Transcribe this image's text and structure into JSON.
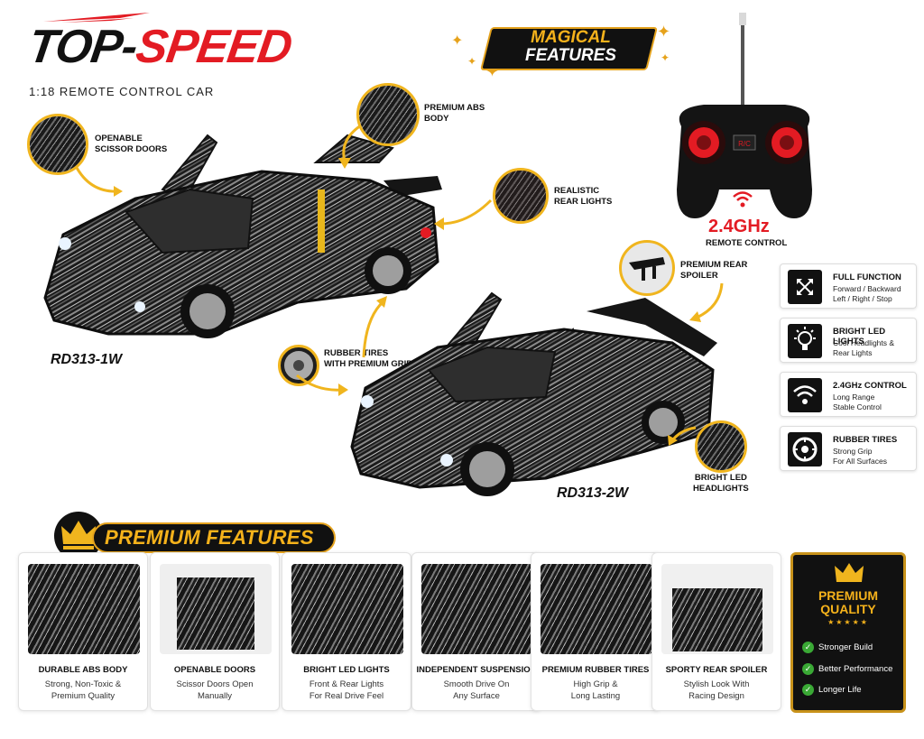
{
  "header": {
    "title_part1": "TOP-",
    "title_part2": "SPEED",
    "subtitle": "1:18 REMOTE CONTROL CAR"
  },
  "magical": {
    "line1": "MAGICAL",
    "line2": "FEATURES"
  },
  "models": {
    "car1": "RD313-1W",
    "car2": "RD313-2W"
  },
  "callouts": {
    "scissor_doors": "OPENABLE\nSCISSOR DOORS",
    "abs_body": "PREMIUM ABS\nBODY",
    "rear_lights": "REALISTIC\nREAR LIGHTS",
    "rubber_tires": "RUBBER TIRES\nWITH PREMIUM GRIP",
    "rear_spoiler": "PREMIUM REAR\nSPOILER",
    "led_headlights": "BRIGHT LED\nHEADLIGHTS"
  },
  "remote": {
    "button_label": "R/C",
    "freq": "2.4GHz",
    "freq_sub": "REMOTE CONTROL"
  },
  "functions": [
    {
      "icon": "direction-arrows-icon",
      "title": "FULL FUNCTION",
      "line1": "Forward / Backward",
      "line2": "Left / Right / Stop"
    },
    {
      "icon": "lightbulb-icon",
      "title": "BRIGHT LED LIGHTS",
      "line1": "Cool Headlights &",
      "line2": "Rear Lights"
    },
    {
      "icon": "wifi-icon",
      "title": "2.4GHz CONTROL",
      "line1": "Long Range",
      "line2": "Stable Control"
    },
    {
      "icon": "tire-icon",
      "title": "RUBBER TIRES",
      "line1": "Strong Grip",
      "line2": "For All Surfaces"
    }
  ],
  "premium_banner": "PREMIUM FEATURES",
  "tiles": [
    {
      "title": "DURABLE ABS BODY",
      "line1": "Strong, Non-Toxic &",
      "line2": "Premium Quality"
    },
    {
      "title": "OPENABLE DOORS",
      "line1": "Scissor Doors Open",
      "line2": "Manually"
    },
    {
      "title": "BRIGHT LED LIGHTS",
      "line1": "Front & Rear Lights",
      "line2": "For Real Drive Feel"
    },
    {
      "title": "INDEPENDENT SUSPENSION",
      "line1": "Smooth Drive On",
      "line2": "Any Surface"
    },
    {
      "title": "PREMIUM RUBBER TIRES",
      "line1": "High Grip &",
      "line2": "Long Lasting"
    },
    {
      "title": "SPORTY REAR SPOILER",
      "line1": "Stylish Look With",
      "line2": "Racing Design"
    }
  ],
  "quality": {
    "title1": "PREMIUM",
    "title2": "QUALITY",
    "stars": "★★★★★",
    "items": [
      "Stronger Build",
      "Better Performance",
      "Longer Life"
    ]
  },
  "colors": {
    "brand_red": "#e31b23",
    "gold": "#f5b21b",
    "dark": "#111111",
    "check_green": "#3aa935"
  }
}
